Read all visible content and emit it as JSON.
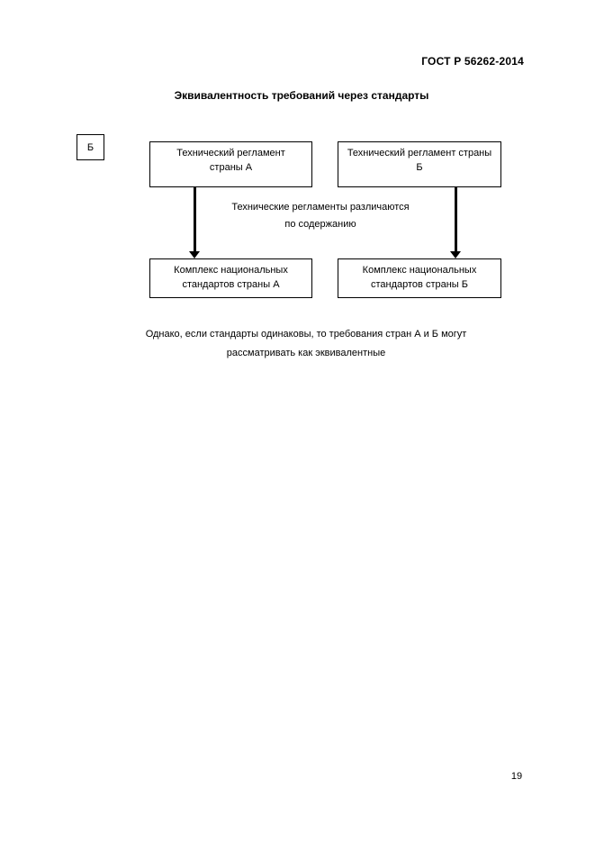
{
  "page": {
    "header_code": "ГОСТ Р 56262-2014",
    "page_number": "19",
    "background_color": "#ffffff",
    "ink_color": "#000000"
  },
  "figure": {
    "title": "Эквивалентность требований через стандарты",
    "side_label": "Б",
    "boxes": {
      "tech_reg_a": {
        "line1": "Технический регламент",
        "line2": "страны А"
      },
      "tech_reg_b": {
        "line1": "Технический регламент страны",
        "line2": "Б"
      },
      "standards_a": {
        "line1": "Комплекс национальных",
        "line2": "стандартов страны А"
      },
      "standards_b": {
        "line1": "Комплекс национальных",
        "line2": "стандартов страны Б"
      }
    },
    "middle_note": {
      "line1": "Технические регламенты различаются",
      "line2": "по содержанию"
    },
    "footer_note": {
      "line1": "Однако, если стандарты одинаковы, то требования стран А и Б могут",
      "line2": "рассматривать как эквивалентные"
    }
  }
}
